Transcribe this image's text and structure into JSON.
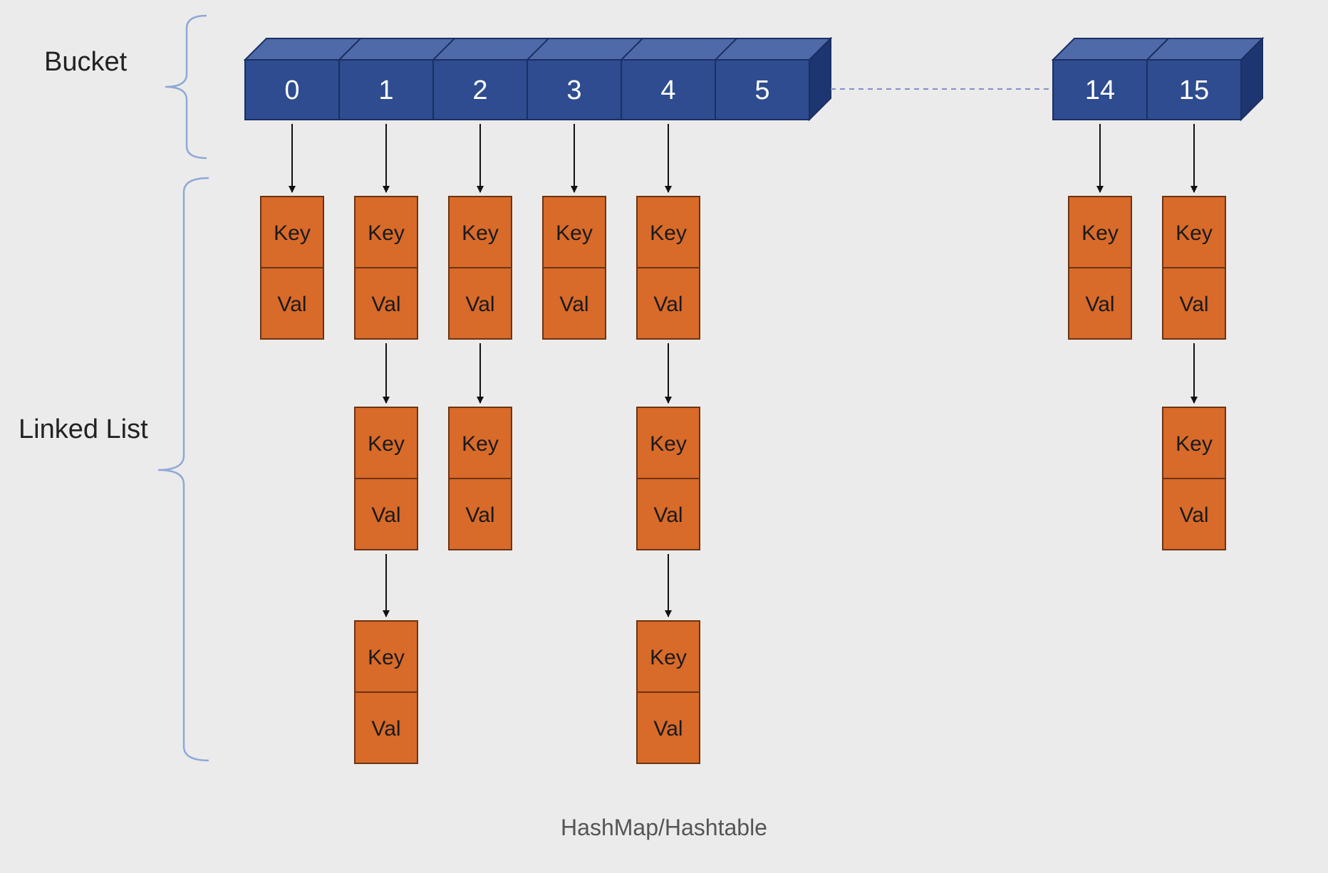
{
  "labels": {
    "bucket": "Bucket",
    "linked_list": "Linked List",
    "caption": "HashMap/Hashtable"
  },
  "colors": {
    "bucket_fill": "#2e4c8f",
    "bucket_top": "#4f6aa8",
    "bucket_side": "#1d3570",
    "node_fill": "#d86a2a",
    "brace": "#8fa8d6"
  },
  "node_text": {
    "key": "Key",
    "val": "Val"
  },
  "buckets": [
    {
      "index": "0",
      "chain_length": 1
    },
    {
      "index": "1",
      "chain_length": 3
    },
    {
      "index": "2",
      "chain_length": 2
    },
    {
      "index": "3",
      "chain_length": 1
    },
    {
      "index": "4",
      "chain_length": 3
    },
    {
      "index": "5",
      "chain_length": 0
    },
    {
      "index": "14",
      "chain_length": 1
    },
    {
      "index": "15",
      "chain_length": 2
    }
  ]
}
